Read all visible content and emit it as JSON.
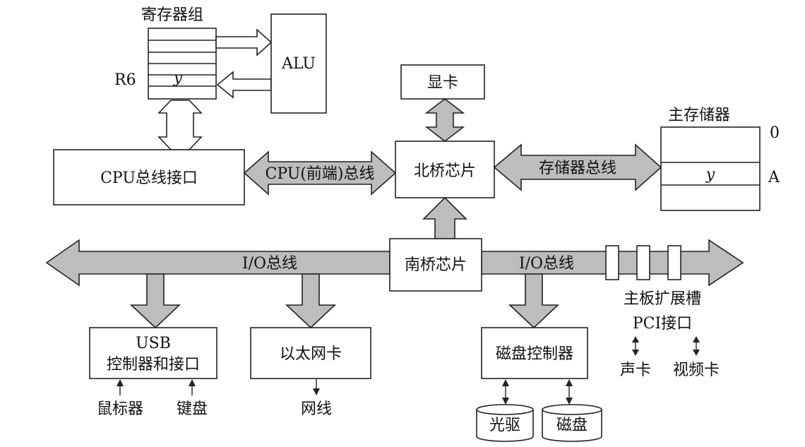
{
  "registers": {
    "title": "寄存器组",
    "reg_label": "R6",
    "reg_value": "y"
  },
  "alu": {
    "label": "ALU"
  },
  "cpu_bus_interface": {
    "label": "CPU总线接口"
  },
  "front_bus": {
    "label": "CPU(前端)总线"
  },
  "graphics_card": {
    "label": "显卡"
  },
  "north_bridge": {
    "label": "北桥芯片"
  },
  "memory_bus": {
    "label": "存储器总线"
  },
  "main_memory": {
    "title": "主存储器",
    "addr_top": "0",
    "cell_value": "y",
    "addr_cell": "A"
  },
  "south_bridge": {
    "label": "南桥芯片"
  },
  "io_bus": {
    "left_label": "I/O总线",
    "right_label": "I/O总线"
  },
  "usb": {
    "line1": "USB",
    "line2": "控制器和接口",
    "mouse": "鼠标器",
    "keyboard": "键盘"
  },
  "ethernet": {
    "label": "以太网卡",
    "network": "网线"
  },
  "disk_controller": {
    "label": "磁盘控制器",
    "optical": "光驱",
    "disk": "磁盘"
  },
  "expansion": {
    "title": "主板扩展槽",
    "pci": "PCI接口",
    "sound": "声卡",
    "video": "视频卡"
  }
}
